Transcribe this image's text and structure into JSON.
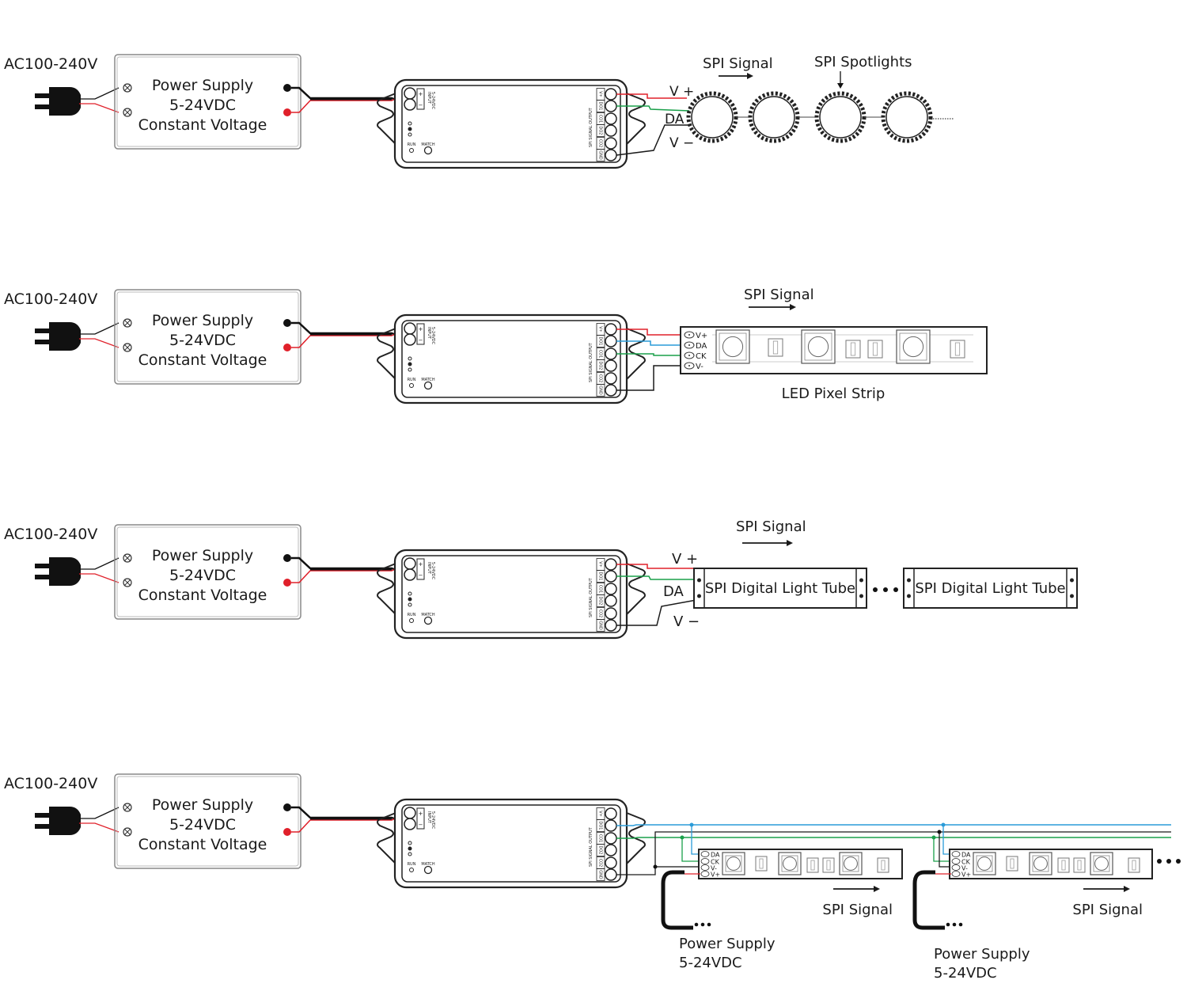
{
  "colors": {
    "positive": "#e0202a",
    "data": "#1aa04a",
    "clock": "#2a9bd8",
    "ground": "#1a1a1a",
    "outline": "#333333"
  },
  "power_supply": {
    "line1": "Power Supply",
    "line2": "5-24VDC",
    "line3": "Constant Voltage"
  },
  "ac_input": "AC100-240V",
  "controller": {
    "input_label": "INPUT",
    "input_voltage": "5-24VDC",
    "plus": "+",
    "minus": "−",
    "run": "RUN",
    "match": "MATCH",
    "output_title": "SPI SIGNAL OUTPUT",
    "terminals": [
      "V+",
      "DO1",
      "CO1",
      "DO2",
      "CO2",
      "GND"
    ]
  },
  "diagram1": {
    "v_plus": "V +",
    "da": "DA",
    "v_minus": "V −",
    "signal": "SPI Signal",
    "device": "SPI Spotlights"
  },
  "diagram2": {
    "signal": "SPI Signal",
    "pins": [
      "V+",
      "DA",
      "CK",
      "V-"
    ],
    "device": "LED Pixel Strip"
  },
  "diagram3": {
    "v_plus": "V +",
    "da": "DA",
    "v_minus": "V −",
    "signal": "SPI Signal",
    "tubes": [
      "SPI Digital Light Tube",
      "SPI Digital Light Tube"
    ]
  },
  "diagram4": {
    "pins": [
      "DA",
      "CK",
      "V-",
      "V+"
    ],
    "signal_1": "SPI Signal",
    "signal_2": "SPI Signal",
    "supply_1": {
      "line1": "Power Supply",
      "line2": "5-24VDC"
    },
    "supply_2": {
      "line1": "Power Supply",
      "line2": "5-24VDC"
    }
  }
}
